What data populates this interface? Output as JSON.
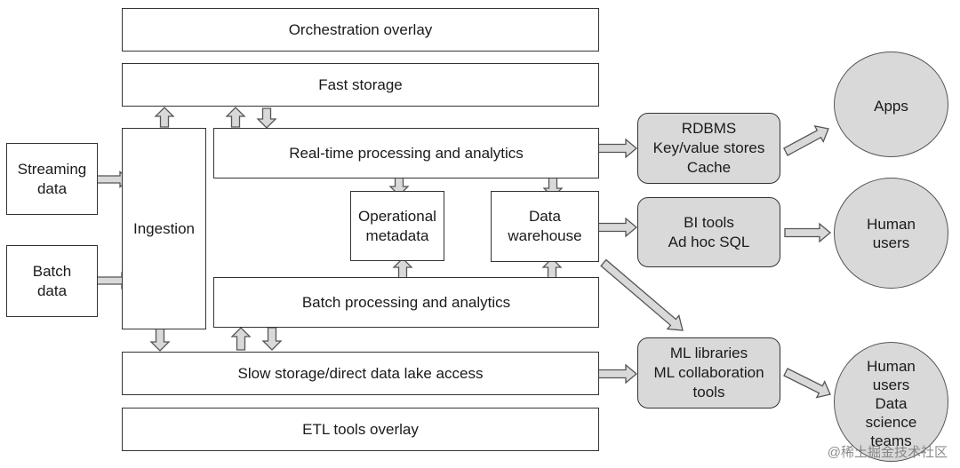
{
  "boxes": {
    "orchestration": "Orchestration overlay",
    "fast_storage": "Fast storage",
    "streaming": "Streaming\ndata",
    "batch_data": "Batch\ndata",
    "ingestion": "Ingestion",
    "realtime": "Real-time processing and analytics",
    "operational_metadata": "Operational\nmetadata",
    "data_warehouse": "Data\nwarehouse",
    "batch_processing": "Batch processing and analytics",
    "slow_storage": "Slow storage/direct data lake access",
    "etl": "ETL tools overlay",
    "rdbms": "RDBMS\nKey/value stores\nCache",
    "bi_tools": "BI tools\nAd hoc SQL",
    "ml_libraries": "ML libraries\nML collaboration\ntools"
  },
  "circles": {
    "apps": "Apps",
    "human_users": "Human\nusers",
    "human_users_data_science": "Human\nusers\nData\nscience\nteams"
  },
  "watermark": "@稀土掘金技术社区",
  "colors": {
    "box_border": "#333333",
    "consumer_fill": "#d9d9d9",
    "arrow_fill": "#d9d9d9",
    "arrow_stroke": "#555555"
  }
}
